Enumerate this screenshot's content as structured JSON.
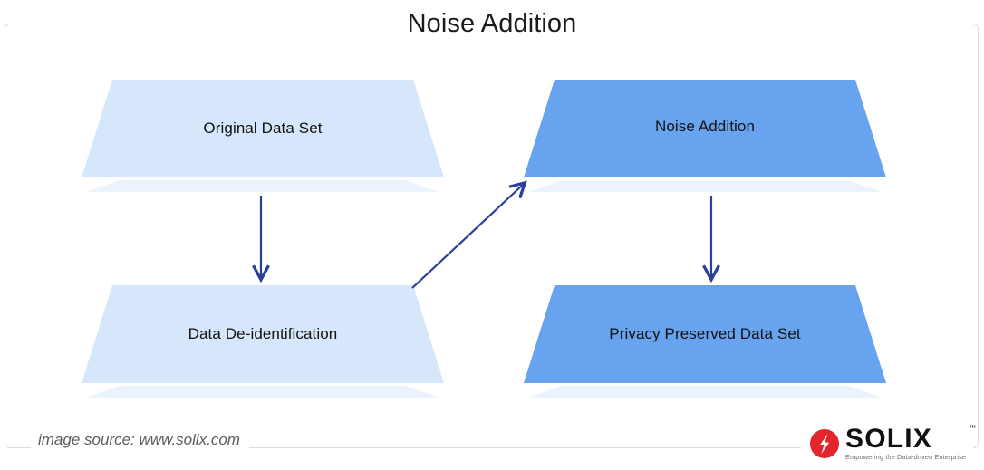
{
  "title": "Noise Addition",
  "colors": {
    "light_node_fill": "#d6e7fb",
    "light_node_shadow": "#eaf3fe",
    "blue_node_fill": "#67a3ef",
    "blue_node_shadow": "#eaf3fe",
    "arrow": "#2a3f9a",
    "frame_border": "#dddddd",
    "logo_red": "#e3262b",
    "text": "#111111",
    "caption_text": "#5d5d5d"
  },
  "nodes": [
    {
      "id": "original",
      "label": "Original Data Set",
      "style": "light"
    },
    {
      "id": "deid",
      "label": "Data De-identification",
      "style": "light"
    },
    {
      "id": "noise",
      "label": "Noise Addition",
      "style": "blue"
    },
    {
      "id": "privacy",
      "label": "Privacy Preserved Data Set",
      "style": "blue"
    }
  ],
  "connectors": [
    {
      "id": "original-to-deid",
      "from": "original",
      "to": "deid",
      "shape": "vertical"
    },
    {
      "id": "deid-to-noise",
      "from": "deid",
      "to": "noise",
      "shape": "diagonal"
    },
    {
      "id": "noise-to-privacy",
      "from": "noise",
      "to": "privacy",
      "shape": "vertical"
    }
  ],
  "footer": {
    "caption": "image source: www.solix.com"
  },
  "logo": {
    "wordmark": "SOLIX",
    "trademark": "™",
    "tagline": "Empowering the Data-driven Enterprise",
    "mark_icon": "lightning-bolt-icon"
  }
}
